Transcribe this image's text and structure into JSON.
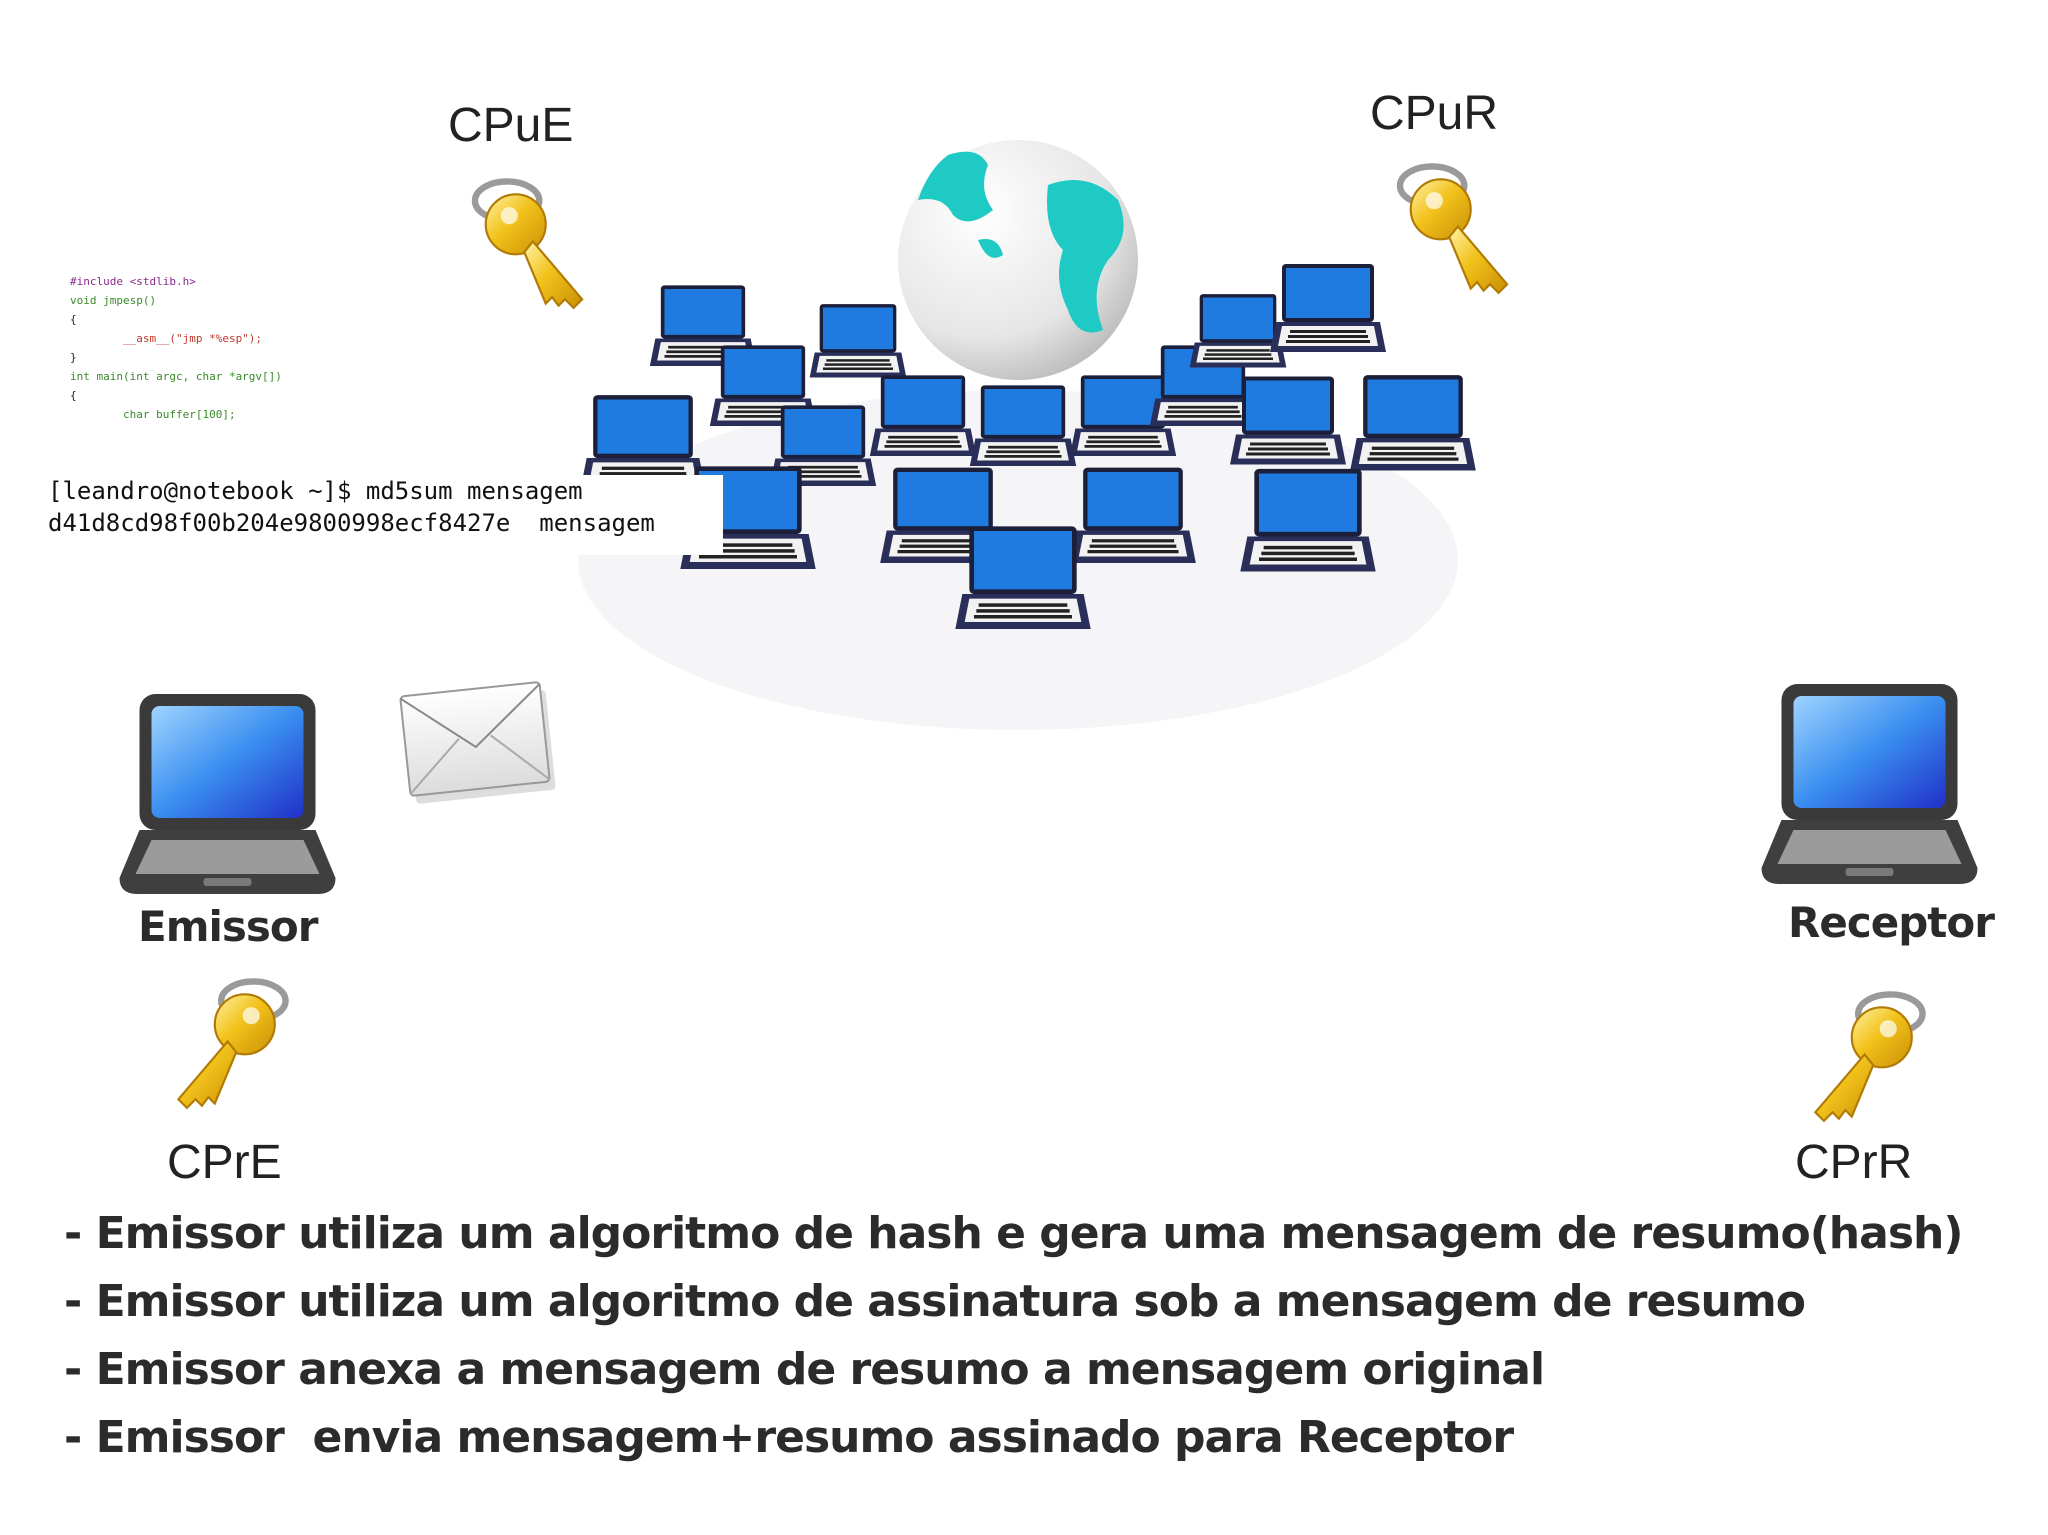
{
  "labels": {
    "cpu_e": "CPuE",
    "cpu_r": "CPuR",
    "cpr_e": "CPrE",
    "cpr_r": "CPrR",
    "emissor": "Emissor",
    "receptor": "Receptor"
  },
  "code_snippet": [
    "#include <stdlib.h>",
    "",
    "void jmpesp()",
    "{",
    "        __asm__(\"jmp *%esp\");",
    "}",
    "",
    "int main(int argc, char *argv[])",
    "{",
    "        char buffer[100];"
  ],
  "terminal": {
    "command": "[leandro@notebook ~]$ md5sum mensagem",
    "output": "d41d8cd98f00b204e9800998ecf8427e  mensagem"
  },
  "bullets": [
    "- Emissor utiliza um algoritmo de hash e gera uma mensagem de resumo(hash)",
    "- Emissor utiliza um algoritmo de assinatura sob a mensagem de resumo",
    "- Emissor anexa a mensagem de resumo a mensagem original",
    "- Emissor  envia mensagem+resumo assinado para Receptor"
  ],
  "icons": {
    "globe": "globe-network-icon",
    "key": "key-icon",
    "laptop": "laptop-icon",
    "envelope": "envelope-icon"
  },
  "colors": {
    "key_gold": "#f2c21b",
    "ring_gray": "#9a9a9a",
    "screen_blue": "#1e6fd9",
    "globe_teal": "#1fc9c4",
    "text_dark": "#2b2b2b"
  }
}
